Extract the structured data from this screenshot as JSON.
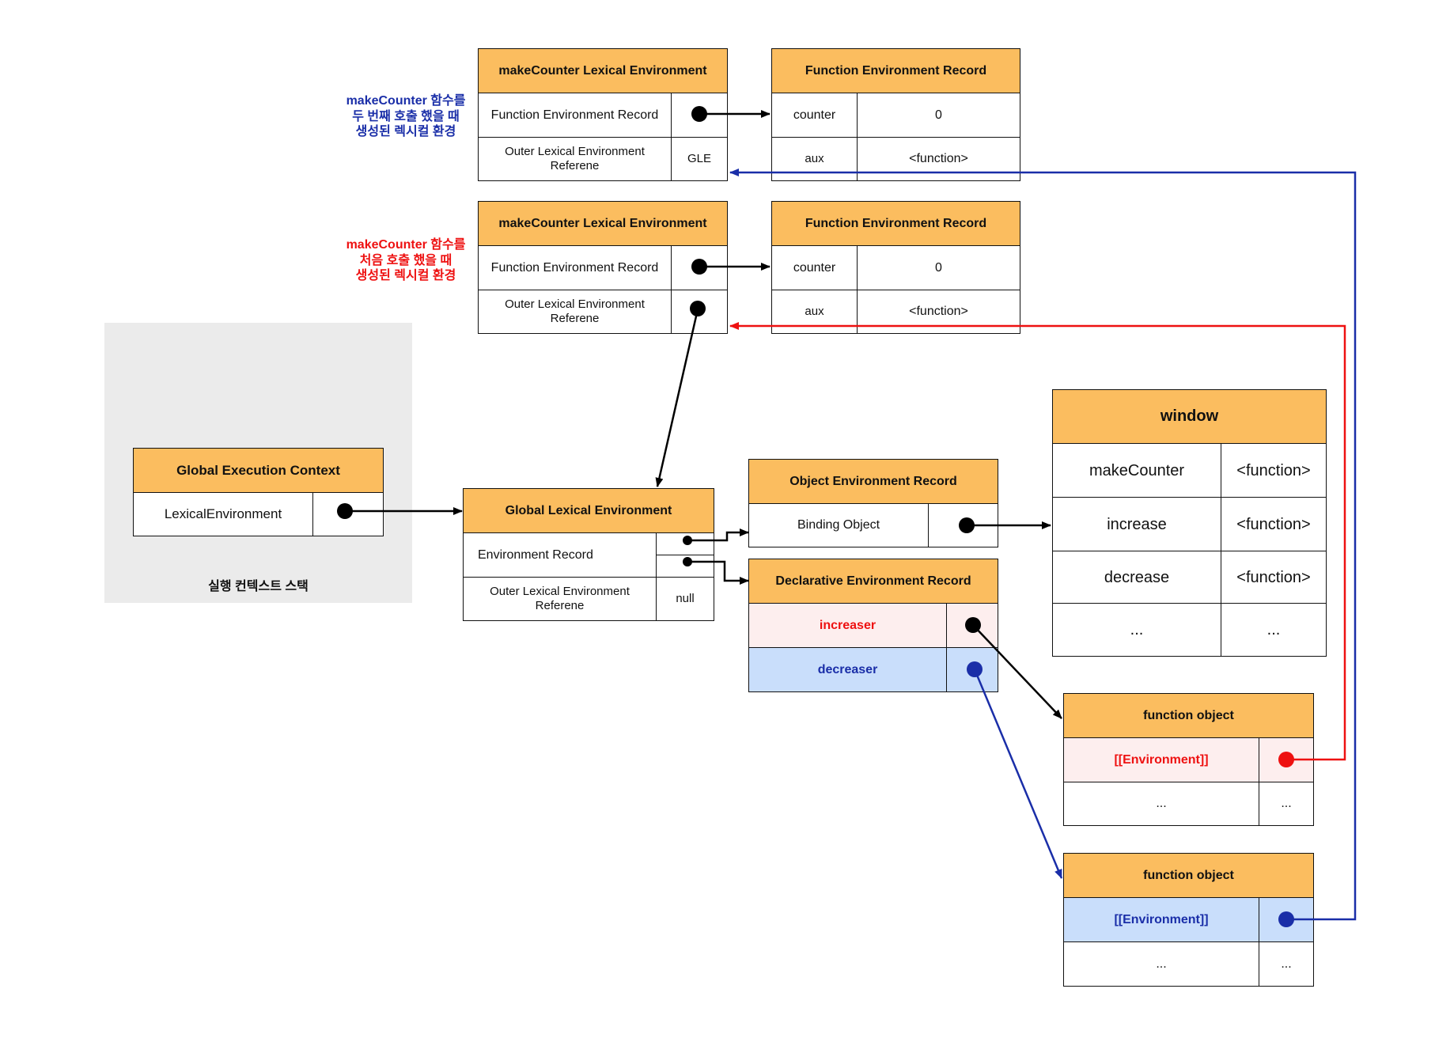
{
  "stack": {
    "caption": "실행 컨텍스트 스택",
    "gec": {
      "title": "Global Execution Context",
      "lexical_environment": "LexicalEnvironment"
    }
  },
  "notes": {
    "second_call": "makeCounter 함수를\n두 번째 호출 했을 때\n생성된 렉시컬 환경",
    "first_call": "makeCounter 함수를\n처음 호출 했을 때\n생성된 렉시컬 환경"
  },
  "make_counter_env_2": {
    "title": "makeCounter Lexical Environment",
    "env_record": "Function Environment Record",
    "outer": "Outer Lexical Environment\nReferene",
    "outer_value": "GLE"
  },
  "func_record_2": {
    "title": "Function Environment Record",
    "rows": [
      {
        "name": "counter",
        "value": "0"
      },
      {
        "name": "aux",
        "value": "<function>"
      }
    ]
  },
  "make_counter_env_1": {
    "title": "makeCounter Lexical Environment",
    "env_record": "Function Environment Record",
    "outer": "Outer Lexical Environment\nReferene"
  },
  "func_record_1": {
    "title": "Function Environment Record",
    "rows": [
      {
        "name": "counter",
        "value": "0"
      },
      {
        "name": "aux",
        "value": "<function>"
      }
    ]
  },
  "gle": {
    "title": "Global Lexical Environment",
    "env_record": "Environment Record",
    "outer": "Outer Lexical Environment\nReferene",
    "outer_value": "null"
  },
  "object_record": {
    "title": "Object  Environment Record",
    "binding": "Binding Object"
  },
  "declarative_record": {
    "title": "Declarative Environment Record",
    "increaser": "increaser",
    "decreaser": "decreaser"
  },
  "window": {
    "title": "window",
    "rows": [
      {
        "name": "makeCounter",
        "value": "<function>"
      },
      {
        "name": "increase",
        "value": "<function>"
      },
      {
        "name": "decrease",
        "value": "<function>"
      },
      {
        "name": "...",
        "value": "..."
      }
    ]
  },
  "function_object_1": {
    "title": "function object",
    "env": "[[Environment]]",
    "rest": "...",
    "rest_value": "..."
  },
  "function_object_2": {
    "title": "function object",
    "env": "[[Environment]]",
    "rest": "...",
    "rest_value": "..."
  },
  "colors": {
    "header": "#fbbd5f",
    "red": "#ee1111",
    "navy": "#1a2ea8",
    "pink_row": "#fdeeee",
    "blue_row": "#c9defb",
    "stack_bg": "#ebebeb"
  }
}
